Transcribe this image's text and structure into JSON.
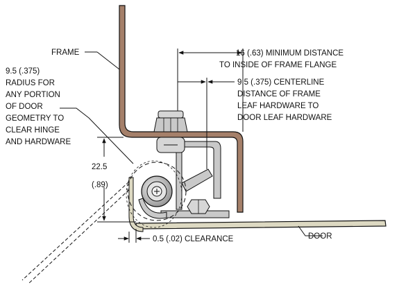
{
  "labels": {
    "frame": "FRAME",
    "door": "DOOR",
    "min_distance_1": "16 (.63) MINIMUM DISTANCE",
    "min_distance_2": "TO INSIDE OF FRAME FLANGE",
    "centerline_1": "9.5 (.375) CENTERLINE",
    "centerline_2": "DISTANCE OF FRAME",
    "centerline_3": "LEAF HARDWARE TO",
    "centerline_4": "DOOR LEAF HARDWARE",
    "radius_1": "9.5 (.375)",
    "radius_2": "RADIUS FOR",
    "radius_3": "ANY PORTION",
    "radius_4": "OF DOOR",
    "radius_5": "GEOMETRY TO",
    "radius_6": "CLEAR HINGE",
    "radius_7": "AND HARDWARE",
    "height_1": "22.5",
    "height_2": "(.89)",
    "clearance": "0.5 (.02) CLEARANCE"
  },
  "colors": {
    "frame": "#a5806a",
    "door": "#ddd9c2",
    "hardware": "#c9c9c9",
    "line": "#111111"
  }
}
